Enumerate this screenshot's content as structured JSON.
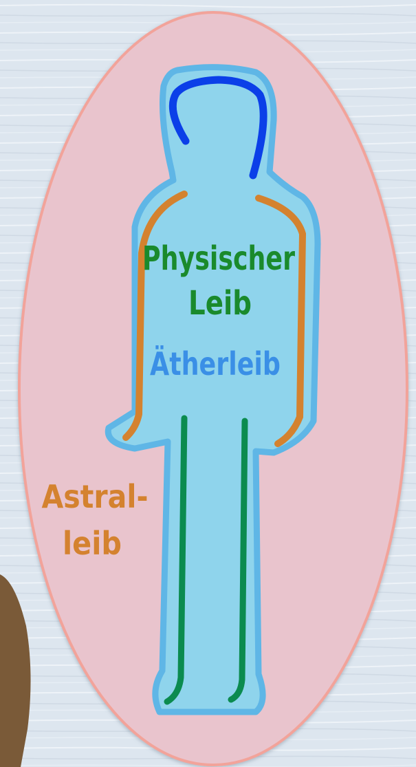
{
  "labels": {
    "physical_line1": "Physischer",
    "physical_line2": "Leib",
    "etheric": "Ätherleib",
    "astral_line1": "Astral-",
    "astral_line2": "leib"
  },
  "colors": {
    "background": "#dde6ef",
    "aura_fill": "#e9c4cd",
    "aura_stroke": "#f2a39a",
    "etheric_body": "#8fd4ec",
    "etheric_outline": "#5fb6e6",
    "head_arc": "#0b3fe8",
    "arms": "#d4822f",
    "legs": "#0b8b4f",
    "physical_text": "#1a8a2c",
    "etheric_text": "#3a8fe6",
    "astral_text": "#d4822f",
    "corner_shape": "#7a5a38"
  }
}
